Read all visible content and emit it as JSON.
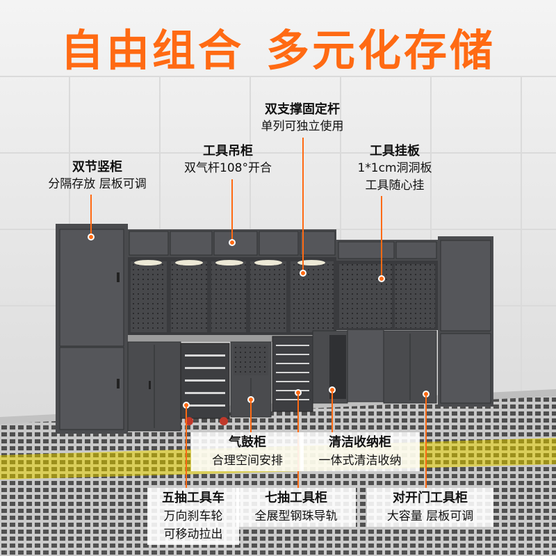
{
  "headline": {
    "part1": "自由组合",
    "part2": "多元化存储"
  },
  "callouts": {
    "double_support": {
      "title": "双支撑固定杆",
      "desc": "单列可独立使用"
    },
    "double_cabinet": {
      "title": "双节竖柜",
      "desc": "分隔存放 层板可调"
    },
    "hanging_cabinet": {
      "title": "工具吊柜",
      "desc": "双气杆108°开合"
    },
    "pegboard": {
      "title": "工具挂板",
      "desc1": "1*1cm洞洞板",
      "desc2": "工具随心挂"
    },
    "gas_cabinet": {
      "title": "气鼓柜",
      "desc": "合理空间安排"
    },
    "cleaning": {
      "title": "清洁收纳柜",
      "desc": "一体式清洁收纳"
    },
    "five_drawer": {
      "title": "五抽工具车",
      "desc1": "万向刹车轮",
      "desc2": "可移动拉出"
    },
    "seven_drawer": {
      "title": "七抽工具柜",
      "desc": "全展型钢珠导轨"
    },
    "double_door": {
      "title": "对开门工具柜",
      "desc": "大容量 层板可调"
    }
  },
  "colors": {
    "accent": "#ff6a13",
    "cabinet": "#4a4b4e",
    "cabinet_dark": "#2f3033",
    "floor_yellow": "#e8d200"
  }
}
